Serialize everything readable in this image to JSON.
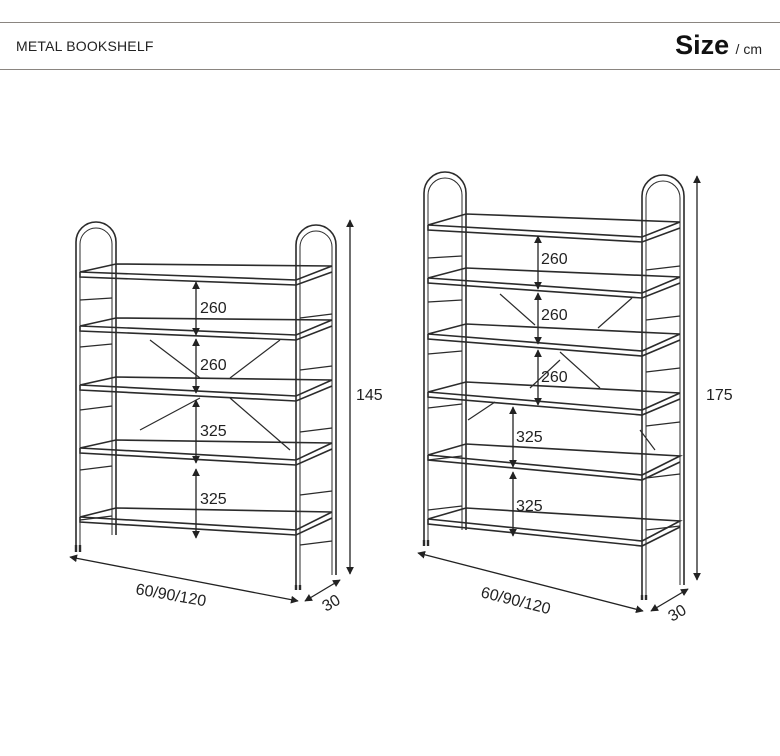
{
  "header": {
    "product_name": "METAL BOOKSHELF",
    "size_word": "Size",
    "size_unit": "/ cm"
  },
  "shelf_small": {
    "heights": [
      "260",
      "260",
      "325",
      "325"
    ],
    "total_height": "145",
    "width": "60/90/120",
    "depth": "30"
  },
  "shelf_large": {
    "heights": [
      "260",
      "260",
      "260",
      "325",
      "325"
    ],
    "total_height": "175",
    "width": "60/90/120",
    "depth": "30"
  },
  "colors": {
    "line": "#2b2b2b",
    "rule": "#8a8580"
  }
}
